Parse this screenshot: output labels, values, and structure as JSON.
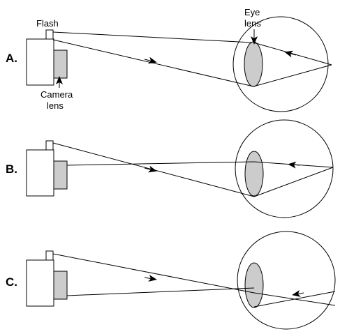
{
  "labels": {
    "flash": "Flash",
    "eye_lens_line1": "Eye",
    "eye_lens_line2": "lens",
    "camera_lens_line1": "Camera",
    "camera_lens_line2": "lens"
  },
  "rows": [
    {
      "letter": "A."
    },
    {
      "letter": "B."
    },
    {
      "letter": "C."
    }
  ],
  "colors": {
    "stroke": "#000000",
    "lens_fill": "#cccccc",
    "camera_lens_fill": "#cccccc",
    "body_fill": "#ffffff"
  }
}
